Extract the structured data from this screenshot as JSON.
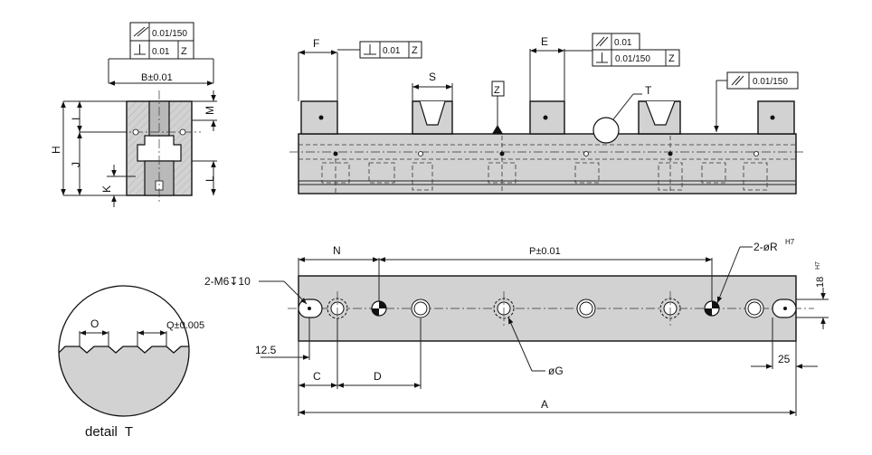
{
  "end_view": {
    "tol_parallel": "0.01/150",
    "tol_perpendicular": "0.01",
    "datum_ref": "Z",
    "dim_width": "B±0.01",
    "dim_H": "H",
    "dim_I": "I",
    "dim_J": "J",
    "dim_K": "K",
    "dim_L": "L",
    "dim_M": "M"
  },
  "front_view": {
    "dim_F": "F",
    "dim_S": "S",
    "dim_E": "E",
    "datum_label": "Z",
    "tol_perpendicular_F": "0.01",
    "datum_ref_F": "Z",
    "tol_parallel_E": "0.01",
    "tol_perpendicular_E": "0.01/150",
    "datum_ref_E": "Z",
    "detail_callout": "T",
    "tol_parallel_right": "0.01/150"
  },
  "top_view": {
    "dim_N": "N",
    "dim_P": "P±0.01",
    "label_pins": "2-øR",
    "label_pins_sup": "H7",
    "label_thread": "2-M6↧10",
    "dim_18": "18",
    "dim_18_sup": "H7",
    "dim_12_5": "12.5",
    "dim_25": "25",
    "dim_C": "C",
    "dim_D": "D",
    "dim_G": "øG",
    "dim_A": "A"
  },
  "detail": {
    "dim_O": "O",
    "dim_Q": "Q±0.005",
    "caption": "detail  T"
  }
}
